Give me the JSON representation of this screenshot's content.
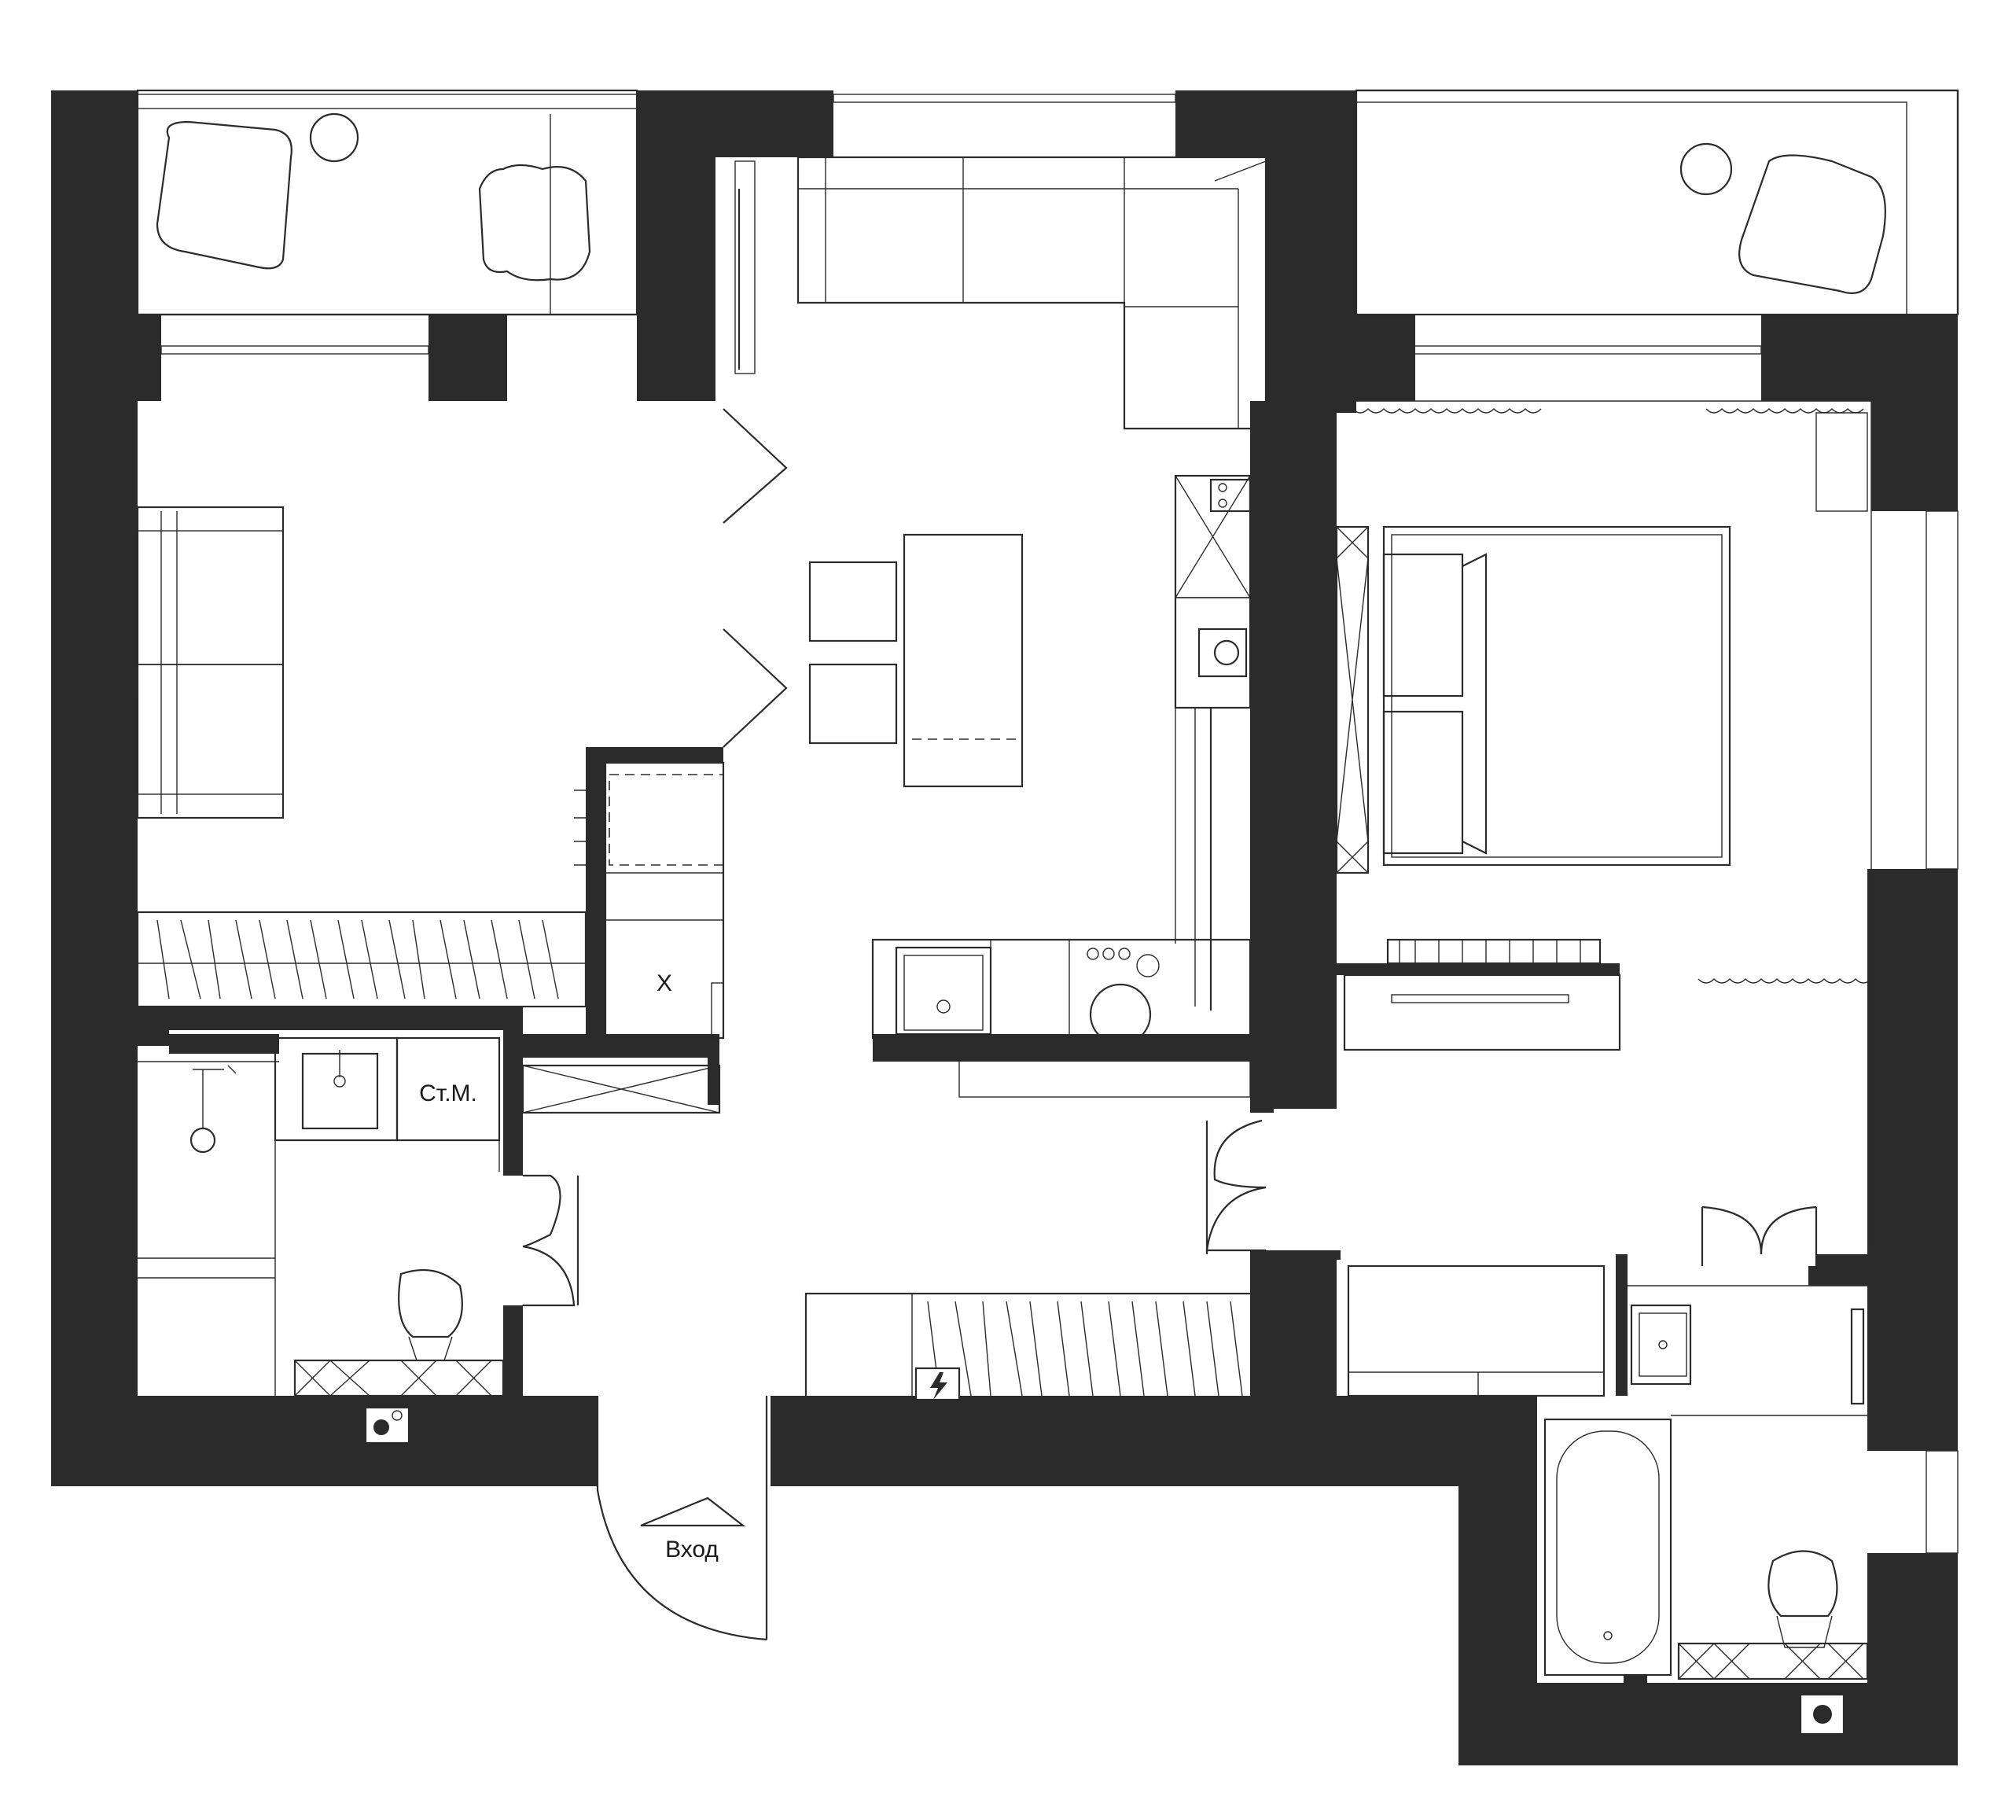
{
  "plan": {
    "labels": {
      "entrance": "Вход",
      "washing_machine": "Ст.М.",
      "fridge_mark": "X"
    }
  },
  "colors": {
    "wall": "#2b2b2b",
    "background": "#ffffff",
    "line": "#2b2b2b"
  },
  "icons": [
    "electric-panel-icon",
    "riser-icon",
    "entrance-arrow-icon"
  ]
}
